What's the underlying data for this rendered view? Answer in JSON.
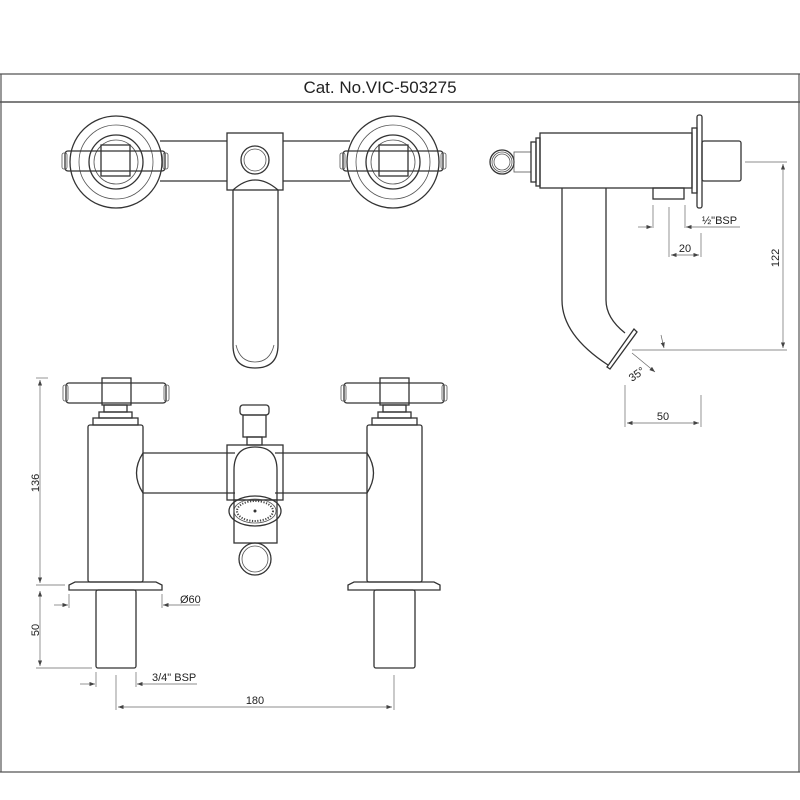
{
  "header": {
    "catalog_number": "Cat. No.VIC-503275"
  },
  "side_view": {
    "dim_height": "122",
    "dim_offset": "50",
    "dim_angle": "35°",
    "dim_inlet": "20",
    "inlet_thread": "½\"BSP"
  },
  "front_view": {
    "dim_body_height": "136",
    "dim_shank_length": "50",
    "dim_base_diameter": "Ø60",
    "shank_thread": "3/4\" BSP",
    "dim_centres": "180"
  }
}
